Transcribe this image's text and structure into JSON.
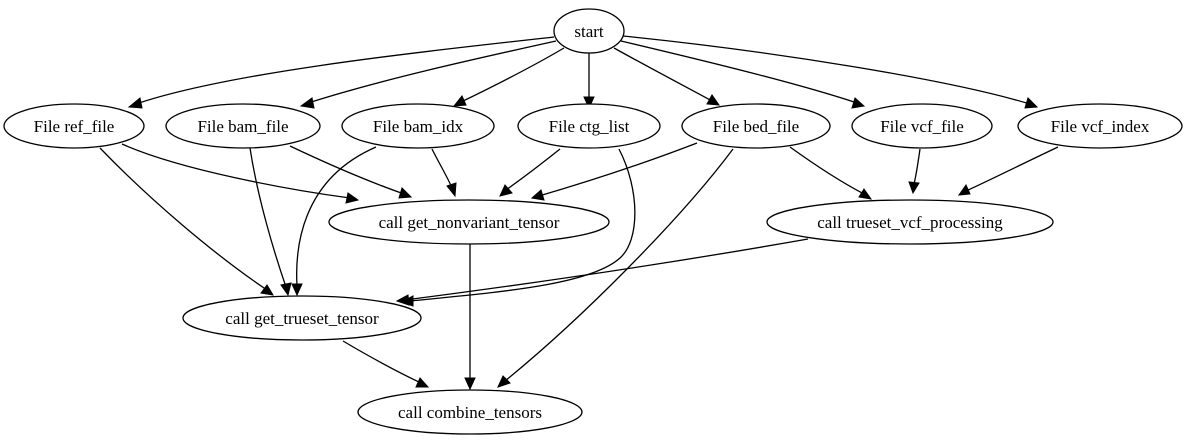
{
  "nodes": {
    "start": "start",
    "ref_file": "File ref_file",
    "bam_file": "File bam_file",
    "bam_idx": "File bam_idx",
    "ctg_list": "File ctg_list",
    "bed_file": "File bed_file",
    "vcf_file": "File vcf_file",
    "vcf_index": "File vcf_index",
    "get_nonvariant_tensor": "call get_nonvariant_tensor",
    "trueset_vcf_processing": "call trueset_vcf_processing",
    "get_trueset_tensor": "call get_trueset_tensor",
    "combine_tensors": "call combine_tensors"
  },
  "edges": [
    {
      "from": "start",
      "to": "ref_file"
    },
    {
      "from": "start",
      "to": "bam_file"
    },
    {
      "from": "start",
      "to": "bam_idx"
    },
    {
      "from": "start",
      "to": "ctg_list"
    },
    {
      "from": "start",
      "to": "bed_file"
    },
    {
      "from": "start",
      "to": "vcf_file"
    },
    {
      "from": "start",
      "to": "vcf_index"
    },
    {
      "from": "ref_file",
      "to": "get_nonvariant_tensor"
    },
    {
      "from": "ref_file",
      "to": "get_trueset_tensor"
    },
    {
      "from": "bam_file",
      "to": "get_nonvariant_tensor"
    },
    {
      "from": "bam_file",
      "to": "get_trueset_tensor"
    },
    {
      "from": "bam_idx",
      "to": "get_nonvariant_tensor"
    },
    {
      "from": "bam_idx",
      "to": "get_trueset_tensor"
    },
    {
      "from": "ctg_list",
      "to": "get_nonvariant_tensor"
    },
    {
      "from": "ctg_list",
      "to": "get_trueset_tensor"
    },
    {
      "from": "bed_file",
      "to": "get_nonvariant_tensor"
    },
    {
      "from": "bed_file",
      "to": "trueset_vcf_processing"
    },
    {
      "from": "bed_file",
      "to": "combine_tensors"
    },
    {
      "from": "vcf_file",
      "to": "trueset_vcf_processing"
    },
    {
      "from": "vcf_index",
      "to": "trueset_vcf_processing"
    },
    {
      "from": "trueset_vcf_processing",
      "to": "get_trueset_tensor"
    },
    {
      "from": "get_nonvariant_tensor",
      "to": "combine_tensors"
    },
    {
      "from": "get_trueset_tensor",
      "to": "combine_tensors"
    }
  ]
}
